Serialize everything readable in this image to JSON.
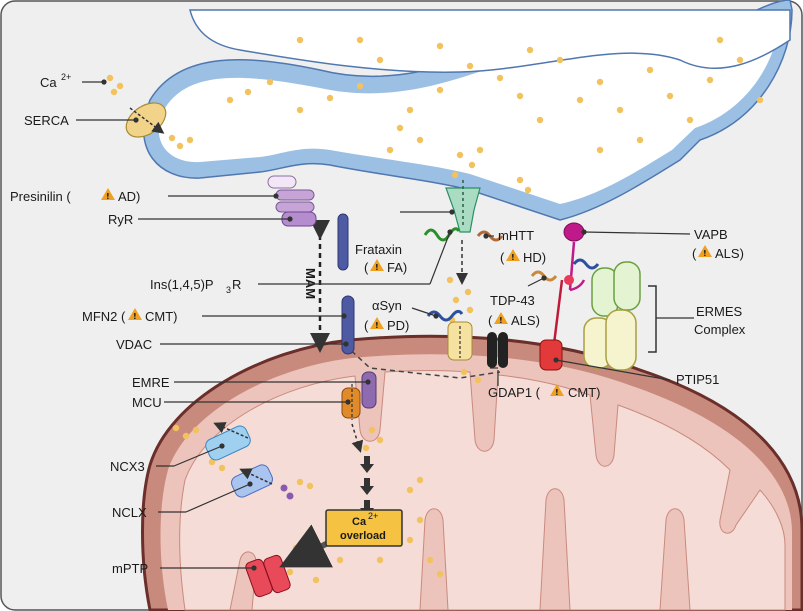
{
  "colors": {
    "background": "#efefef",
    "er_lumen": "#ffffff",
    "er_membrane": "#9cc0e4",
    "calcium_dot": "#f1c25e",
    "mito_outer": "#c98a7e",
    "mito_inner": "#ecc4bb",
    "mito_matrix": "#f5dcd6",
    "warning": "#f0a020"
  },
  "labels": {
    "ca": "Ca",
    "ca_sup": "2+",
    "serca": "SERCA",
    "presinilin": "Presinilin (",
    "presinilin_disease": "AD)",
    "ryr": "RyR",
    "ins": "Ins(1,4,5)P",
    "ins_sub": "3",
    "ins_tail": "R",
    "mfn2": "MFN2 (",
    "mfn2_disease": "CMT)",
    "vdac": "VDAC",
    "emre": "EMRE",
    "mcu": "MCU",
    "ncx3": "NCX3",
    "nclx": "NCLX",
    "mptp": "mPTP",
    "mam": "MAM",
    "frataxin": "Frataxin",
    "frataxin_disease_open": "(",
    "frataxin_disease": "FA)",
    "mhtt": "mHTT",
    "mhtt_disease_open": "(",
    "mhtt_disease": "HD)",
    "asyn": "αSyn",
    "asyn_disease_open": "(",
    "asyn_disease": "PD)",
    "tdp43": "TDP-43",
    "tdp43_disease_open": "(",
    "tdp43_disease": "ALS)",
    "vapb": "VAPB",
    "vapb_disease_open": "(",
    "vapb_disease": "ALS)",
    "ermes_line1": "ERMES",
    "ermes_line2": "Complex",
    "gdap1": "GDAP1 (",
    "gdap1_disease": "CMT)",
    "ptip51": "PTIP51",
    "overload_ca": "Ca",
    "overload_sup": "2+",
    "overload_word": "overload"
  }
}
